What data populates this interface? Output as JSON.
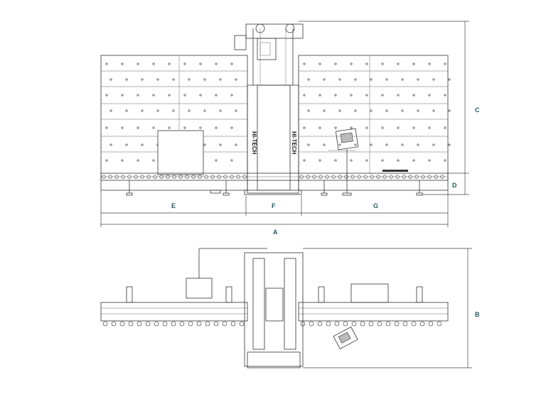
{
  "diagram": {
    "labels": {
      "A": "A",
      "B": "B",
      "C": "C",
      "D": "D",
      "E": "E",
      "F": "F",
      "G": "G"
    },
    "brand_mark": "HI-TECH",
    "colors": {
      "label": "#1f5c61",
      "line": "#333333"
    }
  }
}
